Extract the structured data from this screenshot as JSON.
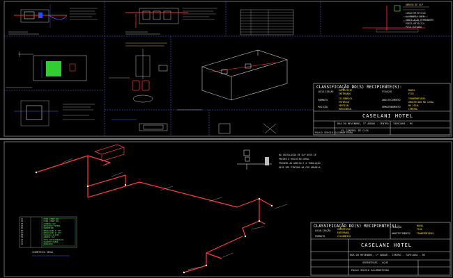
{
  "title_block": {
    "classification": "CLASSIFICAÇÃO DO(S) RECIPIENTE(S):",
    "col1": [
      {
        "label": "LOCALIZAÇÃO",
        "opts": [
          "SUPERFICIE",
          "ENTERRADO"
        ]
      },
      {
        "label": "FORMATO",
        "opts": [
          "CILINDRICO",
          "ESFERICO"
        ]
      },
      {
        "label": "POSIÇÃO",
        "opts": [
          "VERTICAL",
          "HORIZONTAL"
        ]
      }
    ],
    "col2": [
      {
        "label": "FIXAÇÃO",
        "opts": [
          "MÓVEL",
          "FIXO"
        ]
      },
      {
        "label": "ABASTECIMENTO",
        "opts": [
          "TRANSPORTÁVEL",
          "ABASTECIDO NO LOCAL"
        ]
      },
      {
        "label": "ARMAZENAMENTO",
        "opts": [
          "NO LOCAL",
          "CENTRAL"
        ]
      }
    ],
    "hotel": "CASELANI HOTEL",
    "address": "RUA DO MEVENDRE, 1º ANDAR - CENTRO - TAPEJARA - RS",
    "subject": "EL CONTROL DE CLGS",
    "subject_bottom": "GERENTEGÁS - AÇUE",
    "prepared": "PAULO SERGIO SALOMORTERRA"
  },
  "table_rows": [
    "TUBO COBRE Ø22",
    "TUBO COBRE Ø15",
    "CONEXÃO 90°",
    "REGISTRO ESFERA",
    "MANÔMETRO",
    "REGULADOR 1º EST",
    "REGULADOR 2º EST",
    "VÁLVULA ALÍVIO",
    "ABRIGO GLP",
    "FITA ANTICORROSIVA",
    "SUPORTE PARED.",
    "PURGADOR"
  ],
  "notes_top": [
    "ABRIGO DE GLP",
    "CARACTERÍSTICAS",
    "ALVENARIA 20CM",
    "VENTILAÇÃO PERMANENTE",
    "PORTA METÁLICA",
    "PISO ELEVADO"
  ],
  "notes_mid": [
    "NA INSTALAÇÃO DE GLP DEVE-SE",
    "PREVER O REGISTRO GERAL",
    "PRÓXIMO AO ABRIGO E A TUBULAÇÃO",
    "DEVE SER PINTADA NA COR AMARELA"
  ],
  "legend_title": "ISOMÉTRICO GERAL"
}
